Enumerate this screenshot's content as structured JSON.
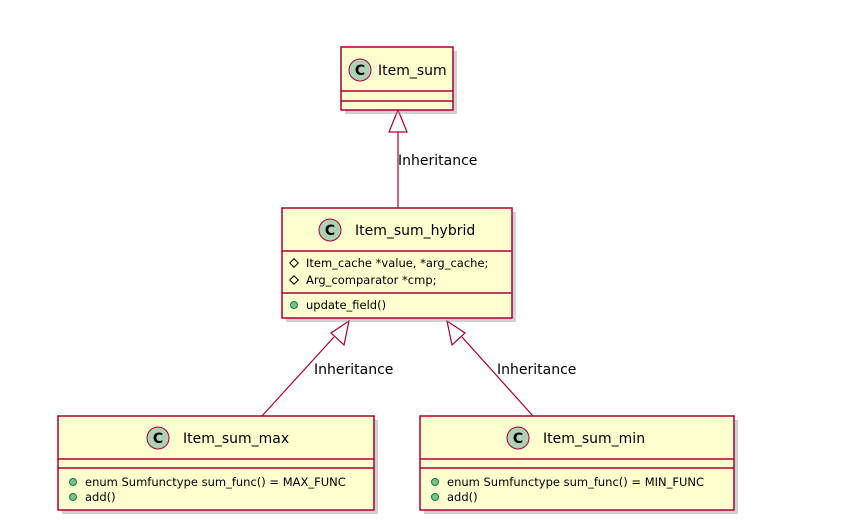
{
  "colors": {
    "class_fill": "#FEFECE",
    "class_border": "#A80036",
    "badge_fill": "#ADD1B2",
    "edge": "#A80036",
    "public_marker": "#84BE84"
  },
  "classes": {
    "item_sum": {
      "badge": "C",
      "name": "Item_sum",
      "fields": [],
      "methods": []
    },
    "item_sum_hybrid": {
      "badge": "C",
      "name": "Item_sum_hybrid",
      "fields": [
        {
          "visibility": "protected",
          "text": "Item_cache *value, *arg_cache;"
        },
        {
          "visibility": "protected",
          "text": "Arg_comparator *cmp;"
        }
      ],
      "methods": [
        {
          "visibility": "public",
          "text": "update_field()"
        }
      ]
    },
    "item_sum_max": {
      "badge": "C",
      "name": "Item_sum_max",
      "fields": [],
      "methods": [
        {
          "visibility": "public",
          "text": "enum Sumfunctype sum_func() = MAX_FUNC"
        },
        {
          "visibility": "public",
          "text": "add()"
        }
      ]
    },
    "item_sum_min": {
      "badge": "C",
      "name": "Item_sum_min",
      "fields": [],
      "methods": [
        {
          "visibility": "public",
          "text": "enum Sumfunctype sum_func() = MIN_FUNC"
        },
        {
          "visibility": "public",
          "text": "add()"
        }
      ]
    }
  },
  "relations": [
    {
      "from": "Item_sum_hybrid",
      "to": "Item_sum",
      "type": "inheritance",
      "label": "Inheritance"
    },
    {
      "from": "Item_sum_max",
      "to": "Item_sum_hybrid",
      "type": "inheritance",
      "label": "Inheritance"
    },
    {
      "from": "Item_sum_min",
      "to": "Item_sum_hybrid",
      "type": "inheritance",
      "label": "Inheritance"
    }
  ]
}
